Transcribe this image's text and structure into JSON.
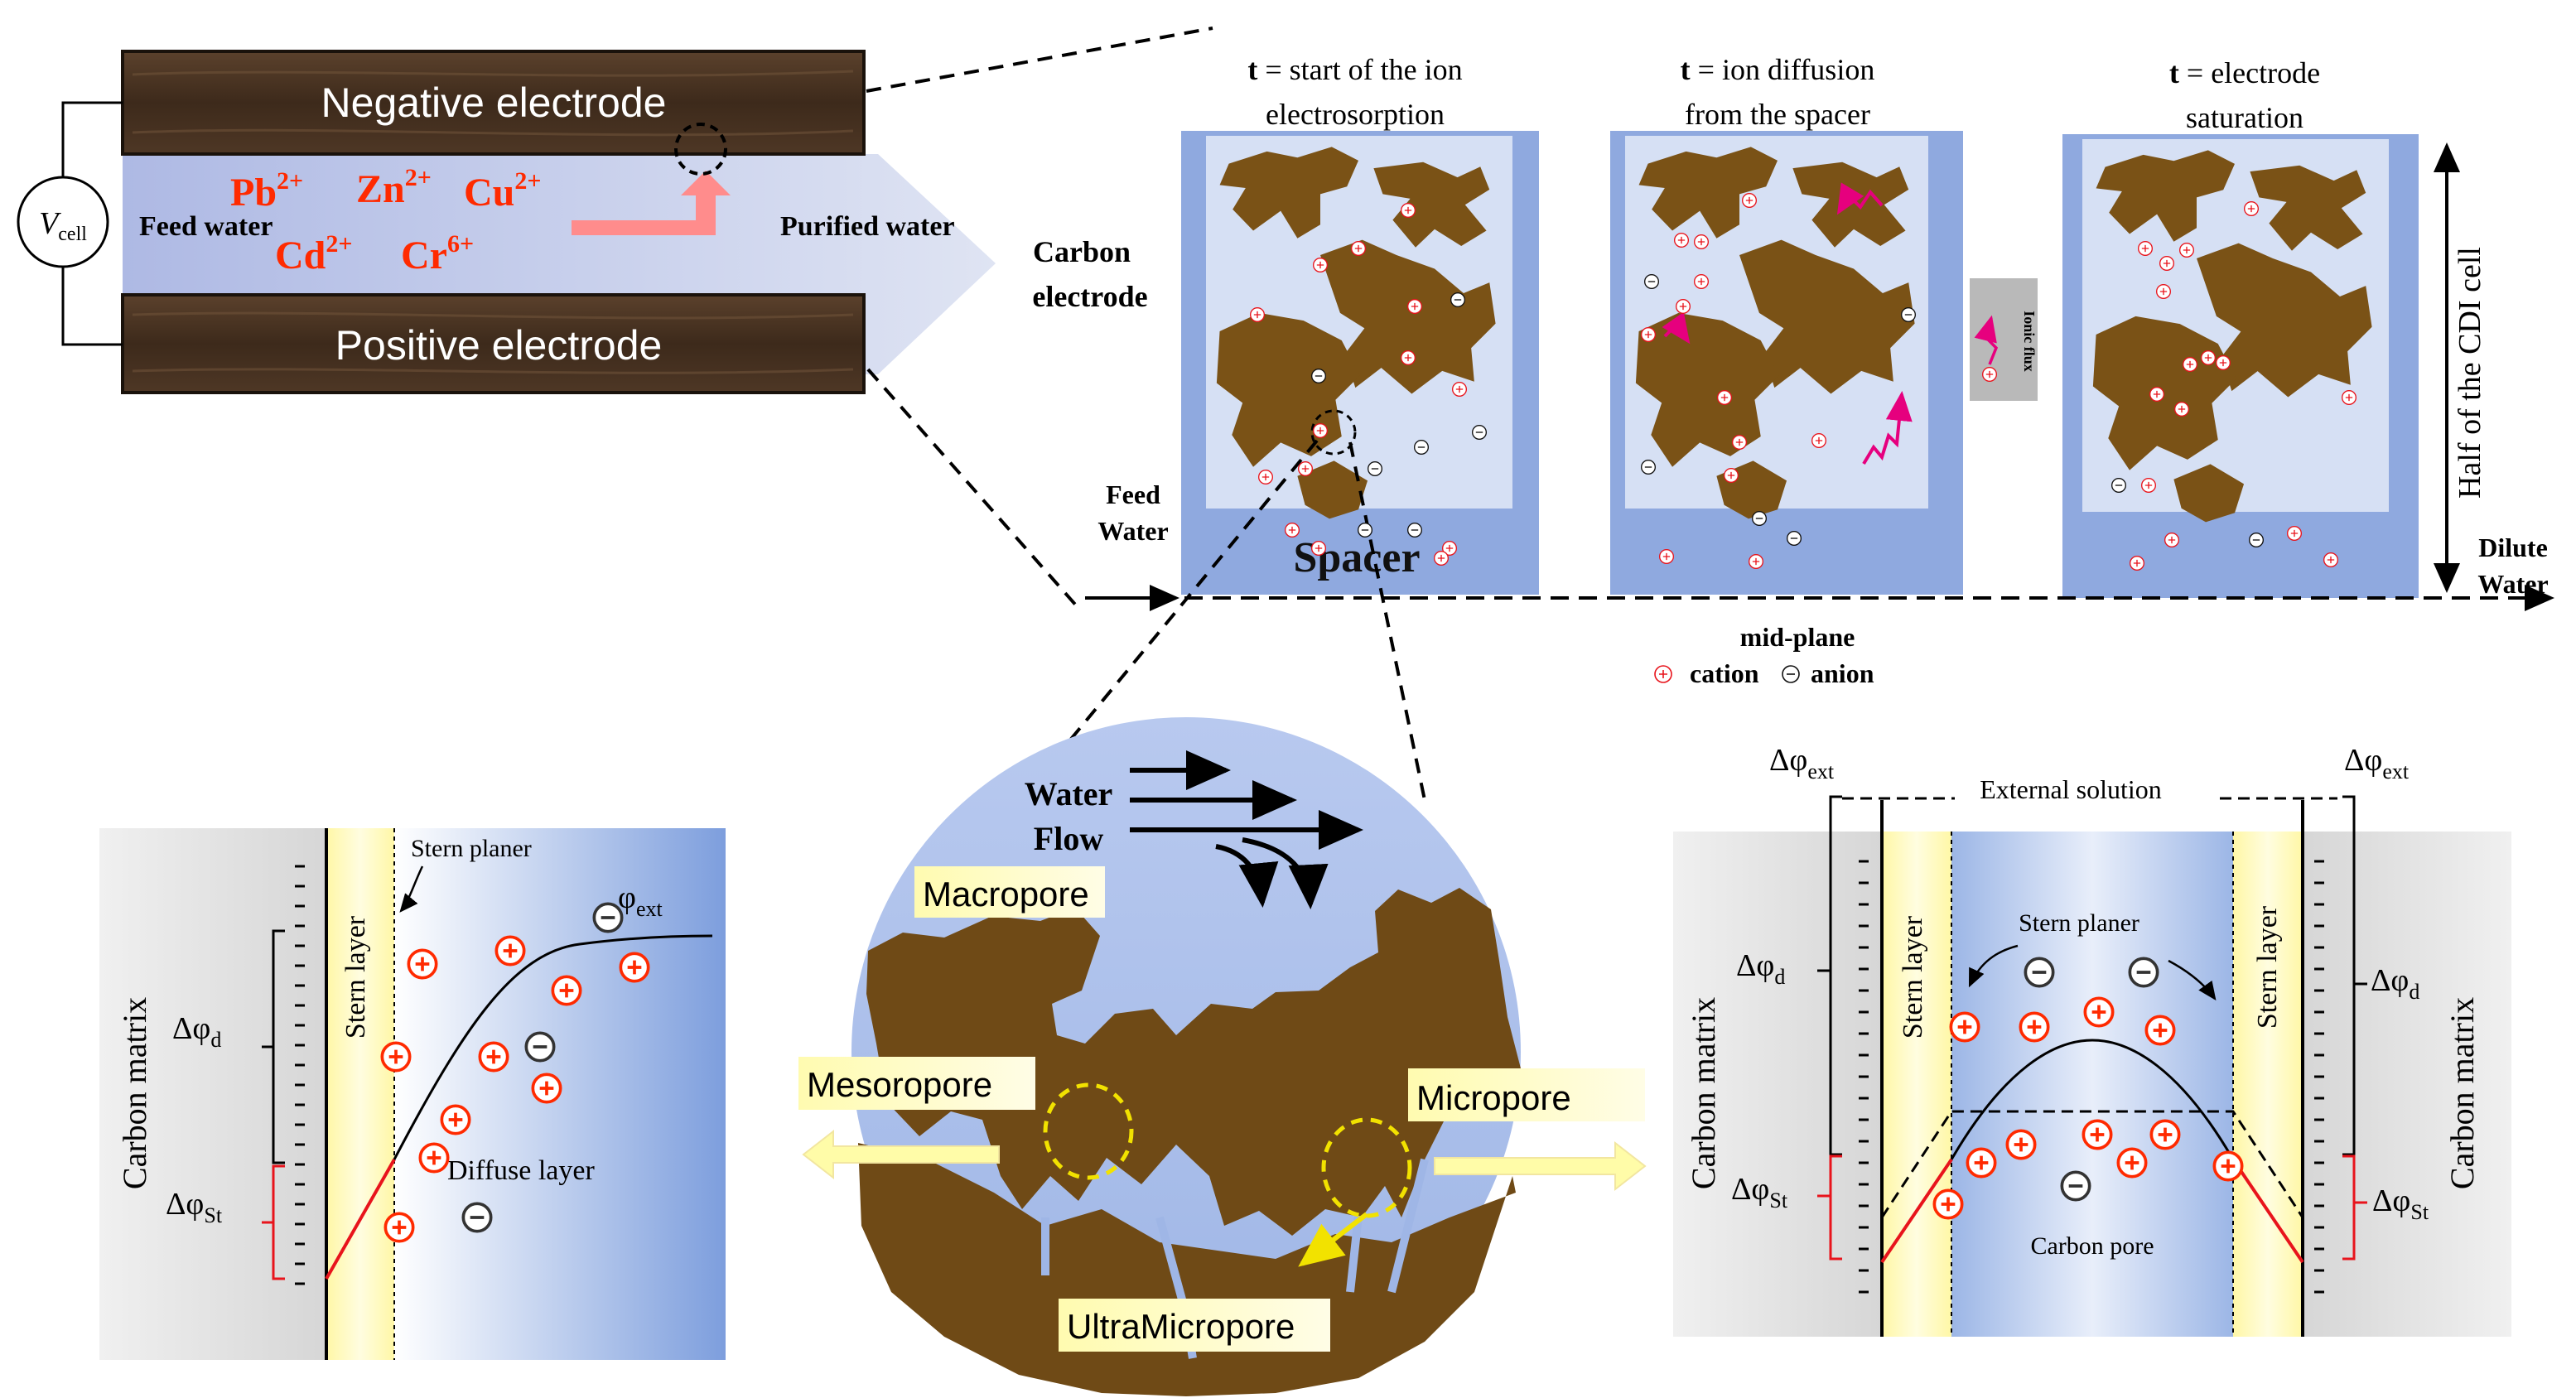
{
  "colors": {
    "wood": "#4a3423",
    "channel_blue": "#b8c3e6",
    "ion_red": "#ff2a00",
    "carbon_brown": "#7a5216",
    "pore_blue": "#8fa9df",
    "solution_light": "#d6e0f4",
    "stern_yellow": "#fffcc0",
    "callout_yellow": "#fffca8",
    "arrow_pink": "#ff8c8c",
    "flux_pink": "#e6007e",
    "ionic_flux_box": "#b9b9b9"
  },
  "cdi_cell": {
    "negative_electrode": "Negative electrode",
    "positive_electrode": "Positive electrode",
    "vcell_main": "V",
    "vcell_sub": "cell",
    "feed_water": "Feed water",
    "purified_water": "Purified water",
    "ions": [
      {
        "base": "Pb",
        "charge": "2+"
      },
      {
        "base": "Zn",
        "charge": "2+"
      },
      {
        "base": "Cu",
        "charge": "2+"
      },
      {
        "base": "Cd",
        "charge": "2+"
      },
      {
        "base": "Cr",
        "charge": "6+"
      }
    ]
  },
  "stages": {
    "panels": [
      {
        "t": "t",
        "line1": " = start of the ion",
        "line2": "electrosorption"
      },
      {
        "t": "t",
        "line1": " = ion diffusion",
        "line2": "from the spacer"
      },
      {
        "t": "t",
        "line1": " = electrode",
        "line2": "saturation"
      }
    ],
    "carbon_electrode_1": "Carbon",
    "carbon_electrode_2": "electrode",
    "feed_1": "Feed",
    "feed_2": "Water",
    "spacer": "Spacer",
    "ionic_flux": "Ionic flux",
    "half_cdi": "Half of the CDI cell",
    "dilute_1": "Dilute",
    "dilute_2": "Water",
    "mid_plane": "mid-plane",
    "cation": "cation",
    "anion": "anion"
  },
  "pores": {
    "water_1": "Water",
    "water_2": "Flow",
    "macropore": "Macropore",
    "mesopore": "Mesoropore",
    "micropore": "Micropore",
    "ultramicropore": "UltraMicropore"
  },
  "edl_left": {
    "carbon_matrix": "Carbon matrix",
    "stern_layer": "Stern layer",
    "stern_planer": "Stern planer",
    "diffuse_layer": "Diffuse layer",
    "phi": "φ",
    "phi_sub": "ext",
    "delta_phi": "Δφ",
    "d_sub": "d",
    "st_sub": "St"
  },
  "edl_right": {
    "external_solution": "External solution",
    "stern_planer": "Stern planer",
    "carbon_pore": "Carbon pore",
    "stern_layer": "Stern layer",
    "carbon_matrix": "Carbon matrix",
    "delta_phi": "Δφ",
    "ext_sub": "ext",
    "d_sub": "d",
    "st_sub": "St"
  }
}
